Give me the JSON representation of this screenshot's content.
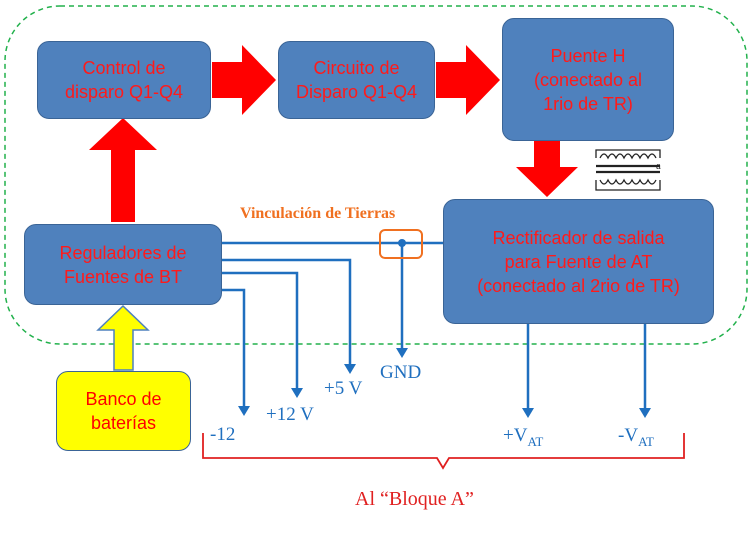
{
  "blocks": {
    "control": "Control de\ndisparo Q1-Q4",
    "circuito": "Circuito de\nDisparo Q1-Q4",
    "puente": "Puente H\n(conectado al\n1rio de TR)",
    "reguladores": "Reguladores de\nFuentes de BT",
    "rectificador": "Rectificador de salida\npara Fuente de AT\n(conectado al 2rio de TR)",
    "banco": "Banco de\nbaterías"
  },
  "labels": {
    "vinculacion": "Vinculación de Tierras",
    "minus12": "-12",
    "plus12": "+12 V",
    "plus5": "+5 V",
    "gnd": "GND",
    "vat_plus": "+V",
    "vat_minus": "-V",
    "at_sub": "AT",
    "transformer_a": "a",
    "bloque_a": "Al “Bloque A”"
  },
  "colors": {
    "block_fill": "#4f81bd",
    "block_text": "#ff1a1a",
    "arrow_red": "#ff0000",
    "arrow_yellow": "#ffff00",
    "wire_blue": "#1f6fbf",
    "dashed_green": "#22b14c",
    "orange": "#f07020",
    "brace_red": "#e02020"
  }
}
